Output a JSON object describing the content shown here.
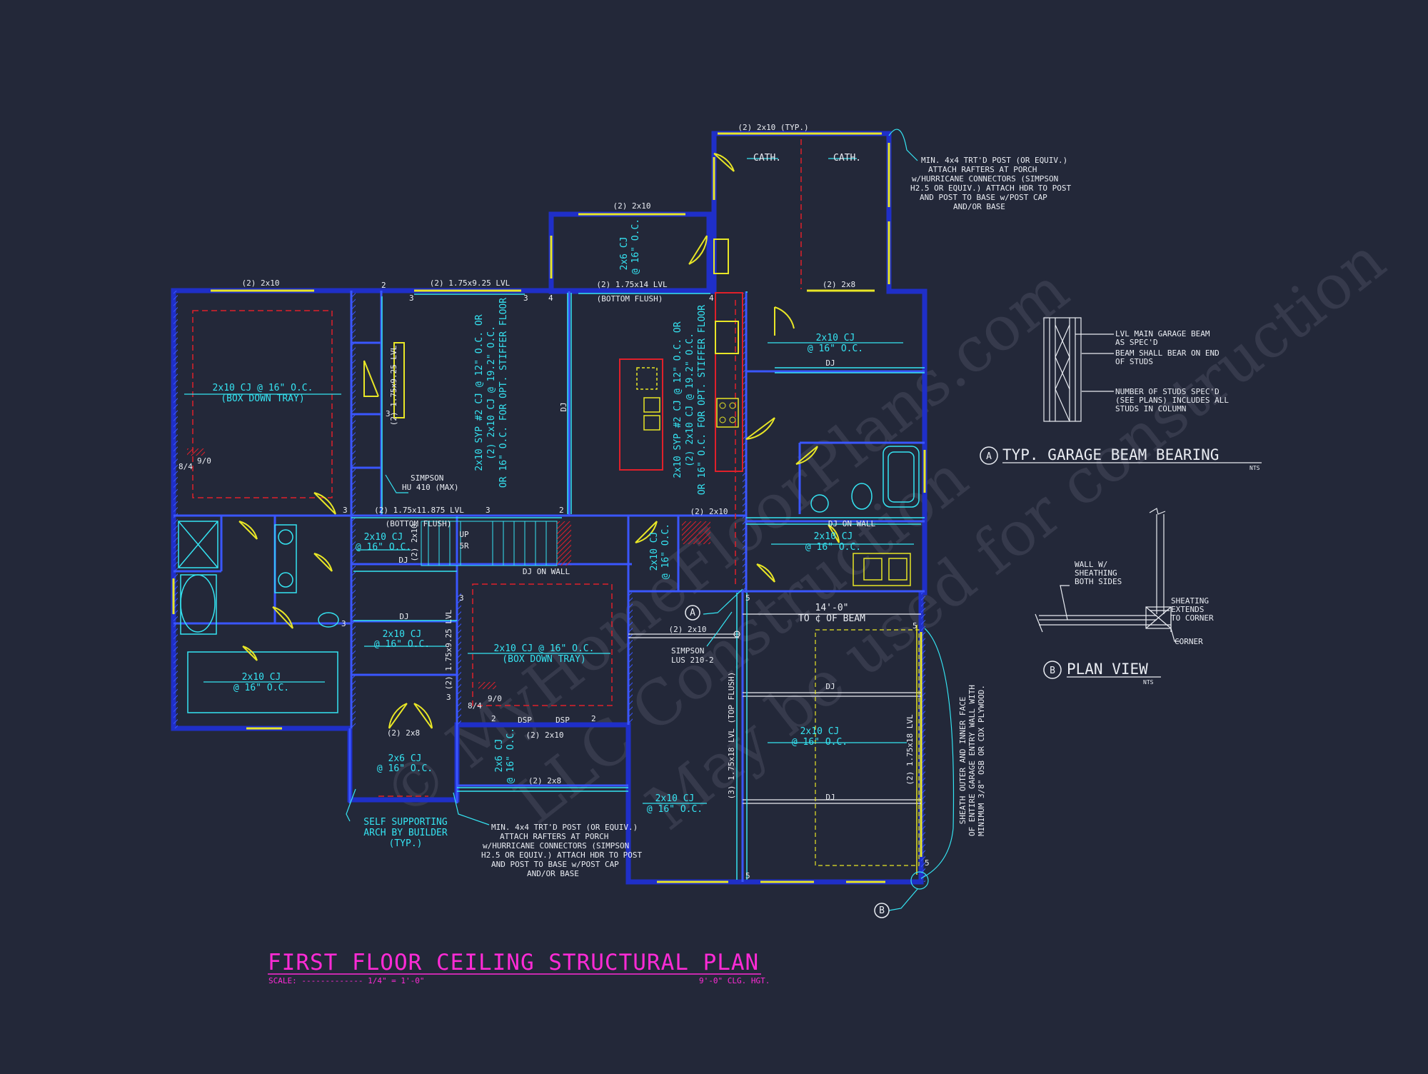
{
  "watermark": {
    "line1": "© MyHomeFloorPlans.com",
    "line2": "LLC Construction",
    "line3": "May be used for construction"
  },
  "title": {
    "main": "FIRST FLOOR CEILING STRUCTURAL PLAN",
    "scale": "SCALE: ------------- 1/4\" = 1'-0\"",
    "height": "9'-0\" CLG. HGT."
  },
  "labels": {
    "top_porch_header": "(2) 2x10 (TYP.)",
    "cath_left": "CATH.",
    "cath_right": "CATH.",
    "porch_note_1": "MIN. 4x4 TRT'D POST (OR EQUIV.)",
    "porch_note_2": "ATTACH RAFTERS AT PORCH",
    "porch_note_3": "w/HURRICANE CONNECTORS (SIMPSON",
    "porch_note_4": "H2.5 OR EQUIV.) ATTACH HDR TO POST",
    "porch_note_5": "AND POST TO BASE w/POST CAP",
    "porch_note_6": "AND/OR BASE",
    "nook_header": "(2) 2x10",
    "nook_cj_1": "2x6 CJ",
    "nook_cj_2": "@ 16\" O.C.",
    "hdr_left": "(2) 2x10",
    "hdr_lvl925": "(2) 1.75x9.25 LVL",
    "hdr_lvl14": "(2) 1.75x14 LVL",
    "bottom_flush_top": "(BOTTOM FLUSH)",
    "hdr_garage_top": "(2) 2x8",
    "master_cj_1": "2x10 CJ @ 16\" O.C.",
    "master_cj_2": "(BOX DOWN TRAY)",
    "master_dim_a": "8/4",
    "master_dim_b": "9/0",
    "lvl925_vert": "(2) 1.75x9.25 LVL",
    "simpson_hu_1": "SIMPSON",
    "simpson_hu_2": "HU 410 (MAX)",
    "family_1": "2x10 SYP #2 CJ @ 12\" O.C. OR",
    "family_2": "(2) 2x10 CJ @ 19.2\" O.C.",
    "family_3": "OR 16\" O.C. FOR OPT. STIFFER FLOOR",
    "dj": "DJ",
    "kitchen_1": "2x10 SYP #2 CJ @ 12\" O.C. OR",
    "kitchen_2": "(2) 2x10 CJ @ 19.2\" O.C.",
    "kitchen_3": "OR 16\" O.C. FOR OPT. STIFFER FLOOR",
    "laundry_cj_1": "2x10 CJ",
    "laundry_cj_2": "@ 16\" O.C.",
    "hdr_lvl11875": "(2) 1.75x11.875 LVL",
    "bottom_flush_mid": "(BOTTOM FLUSH)",
    "hdr_2x10_b": "(2) 2x10",
    "dj_on_wall_a": "DJ ON WALL",
    "dj_on_wall_b": "DJ ON WALL",
    "hall_cj_1": "2x10 CJ",
    "hall_cj_2": "@ 16\" O.C.",
    "hall_2x10": "(2) 2x10",
    "up": "UP",
    "up_count": "5R",
    "pantry_cj_1": "2x10 CJ",
    "pantry_cj_2": "@ 16\" O.C.",
    "mud_cj_1": "2x10 CJ",
    "mud_cj_2": "@ 16\" O.C.",
    "bed_cj_1": "2x10 CJ",
    "bed_cj_2": "@ 16\" O.C.",
    "bed_lvl": "(2) 1.75x9.25 LVL",
    "bed2_cj_1": "2x10 CJ @ 16\" O.C.",
    "bed2_cj_2": "(BOX DOWN TRAY)",
    "bed2_dim_a": "8/4",
    "bed2_dim_b": "9/0",
    "bath_cj_1": "2x10 CJ",
    "bath_cj_2": "@ 16\" O.C.",
    "dsp_a": "DSP",
    "dsp_b": "DSP",
    "hdr_2x10_c": "(2) 2x10",
    "hdr_2x8_b": "(2) 2x8",
    "front_cj_1": "2x6 CJ",
    "front_cj_2": "@ 16\" O.C.",
    "front_side_cj_1": "2x6 CJ",
    "front_side_cj_2": "@ 16\" O.C.",
    "hdr_2x8_c": "(2) 2x8",
    "arch_1": "SELF SUPPORTING",
    "arch_2": "ARCH BY BUILDER",
    "arch_3": "(TYP.)",
    "front_note_1": "MIN. 4x4 TRT'D POST (OR EQUIV.)",
    "front_note_2": "ATTACH RAFTERS AT PORCH",
    "front_note_3": "w/HURRICANE CONNECTORS (SIMPSON",
    "front_note_4": "H2.5 OR EQUIV.) ATTACH HDR TO POST",
    "front_note_5": "AND POST TO BASE w/POST CAP",
    "front_note_6": "AND/OR BASE",
    "foyer_cj_1": "2x10 CJ",
    "foyer_cj_2": "@ 16\" O.C.",
    "garage_dim": "14'-0\"",
    "garage_beam": "TO ¢ OF BEAM",
    "garage_hdr": "(2) 2x10",
    "simpson_lus_1": "SIMPSON",
    "simpson_lus_2": "LUS 210-2",
    "garage_lvl_top": "(3) 1.75x18 LVL (TOP FLUSH)",
    "garage_cj_1": "2x10 CJ",
    "garage_cj_2": "@ 16\" O.C.",
    "garage_lvl_right": "(2) 1.75x18 LVL",
    "garage_dj_a": "DJ",
    "garage_dj_b": "DJ",
    "sheath_1": "SHEATH OUTER AND INNER FACE",
    "sheath_2": "OF ENTIRE GARAGE ENTRY WALL WITH",
    "sheath_3": "MINIMUM 3/8\" OSB OR CDX PLYWOOD.",
    "callout_a": "A",
    "callout_b": "B",
    "n2": "2",
    "n3": "3",
    "n4": "4",
    "n5": "5"
  },
  "detail_a": {
    "tag": "A",
    "title": "TYP. GARAGE BEAM BEARING",
    "nts": "NTS",
    "note1_a": "LVL MAIN GARAGE BEAM",
    "note1_b": "AS SPEC'D",
    "note2_a": "BEAM SHALL BEAR ON END",
    "note2_b": "OF STUDS",
    "note3_a": "NUMBER OF STUDS SPEC'D",
    "note3_b": "(SEE PLANS) INCLUDES ALL",
    "note3_c": "STUDS IN COLUMN"
  },
  "detail_b": {
    "tag": "B",
    "title": "PLAN VIEW",
    "nts": "NTS",
    "wall_a": "WALL W/",
    "wall_b": "SHEATHING",
    "wall_c": "BOTH SIDES",
    "sheat_a": "SHEATING",
    "sheat_b": "EXTENDS",
    "sheat_c": "TO CORNER",
    "corner": "CORNER"
  },
  "colors": {
    "background": "#232839",
    "wall": "#1f2fc8",
    "wall_inner": "#3a56ff",
    "cyan": "#35e4f2",
    "yellow": "#e8e626",
    "red": "#e0202a",
    "magenta": "#ff2bd6",
    "white": "#e9ecf2"
  }
}
